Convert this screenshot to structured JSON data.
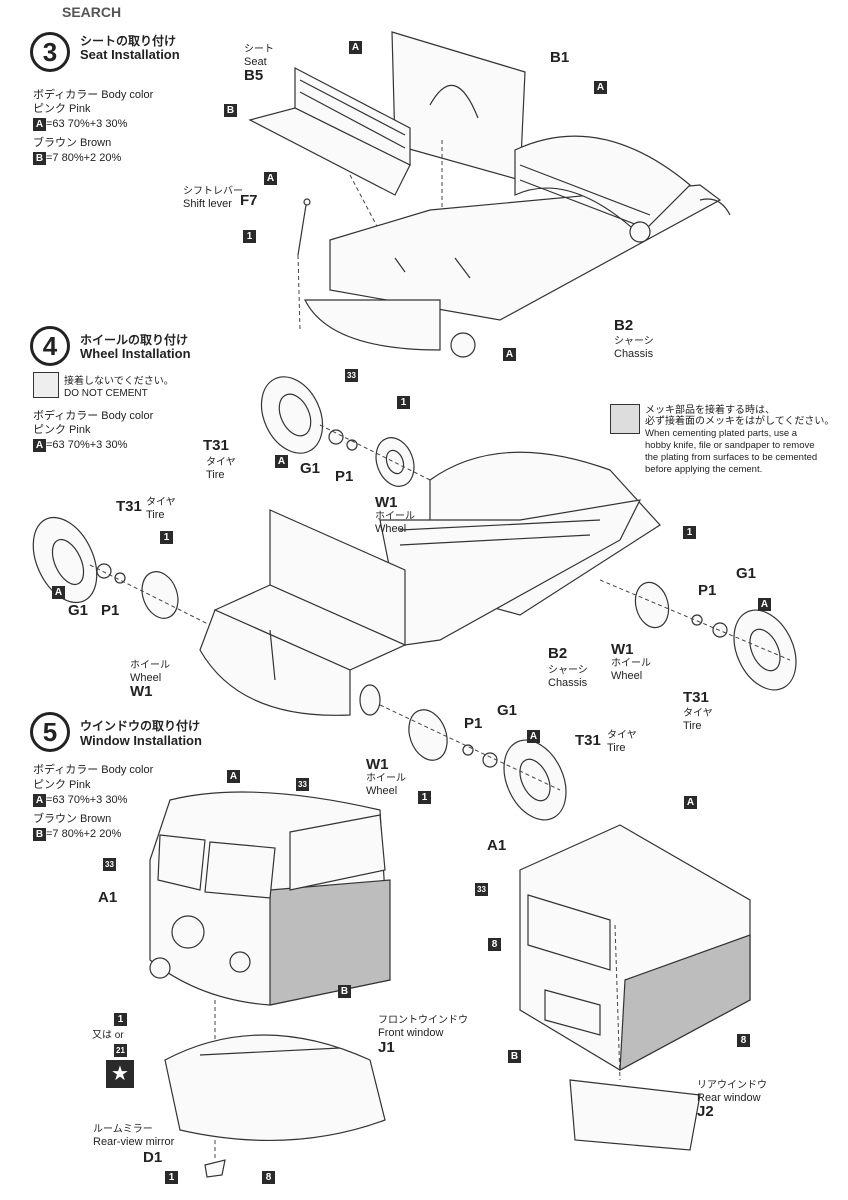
{
  "watermark": "SEARCH",
  "step3": {
    "number": "3",
    "title_jp": "シートの取り付け",
    "title_en": "Seat Installation",
    "color_a_jp": "ボディカラー Body color",
    "color_a_name": "ピンク Pink",
    "color_a_formula": "=63 70%+3 30%",
    "color_b_name": "ブラウン Brown",
    "color_b_formula": "=7 80%+2 20%"
  },
  "step3_labels": {
    "seat_jp": "シート",
    "seat_en": "Seat",
    "b5": "B5",
    "b1": "B1",
    "shift_jp": "シフトレバー",
    "shift_en": "Shift lever",
    "f7": "F7",
    "b2": "B2",
    "chassis_jp": "シャーシ",
    "chassis_en": "Chassis",
    "n33": "33"
  },
  "step4": {
    "number": "4",
    "title_jp": "ホイールの取り付け",
    "title_en": "Wheel Installation",
    "no_cement_jp": "接着しないでください。",
    "no_cement_en": "DO NOT CEMENT",
    "color_a_jp": "ボディカラー Body color",
    "color_a_name": "ピンク Pink",
    "color_a_formula": "=63 70%+3 30%"
  },
  "plated_note": {
    "jp1": "メッキ部品を接着する時は、",
    "jp2": "必ず接着面のメッキをはがしてください。",
    "en": "When cementing plated parts, use a hobby knife, file or sandpaper to remove the plating from surfaces to be cemented before applying the cement."
  },
  "step4_labels": {
    "t31": "T31",
    "tire_jp": "タイヤ",
    "tire_en": "Tire",
    "g1": "G1",
    "p1": "P1",
    "w1": "W1",
    "wheel_jp": "ホイール",
    "wheel_en": "Wheel",
    "b2": "B2",
    "chassis_jp": "シャーシ",
    "chassis_en": "Chassis"
  },
  "step5": {
    "number": "5",
    "title_jp": "ウインドウの取り付け",
    "title_en": "Window Installation",
    "color_a_jp": "ボディカラー Body color",
    "color_a_name": "ピンク Pink",
    "color_a_formula": "=63 70%+3 30%",
    "color_b_name": "ブラウン Brown",
    "color_b_formula": "=7 80%+2 20%"
  },
  "step5_labels": {
    "a1": "A1",
    "or_text": "又は or",
    "n21": "21",
    "front_window_jp": "フロントウインドウ",
    "front_window_en": "Front window",
    "j1": "J1",
    "mirror_jp": "ルームミラー",
    "mirror_en": "Rear-view mirror",
    "d1": "D1",
    "rear_window_jp": "リアウインドウ",
    "rear_window_en": "Rear window",
    "j2": "J2"
  },
  "tags": {
    "a": "A",
    "b": "B",
    "one": "1",
    "eight": "8",
    "thirtythree": "33"
  }
}
